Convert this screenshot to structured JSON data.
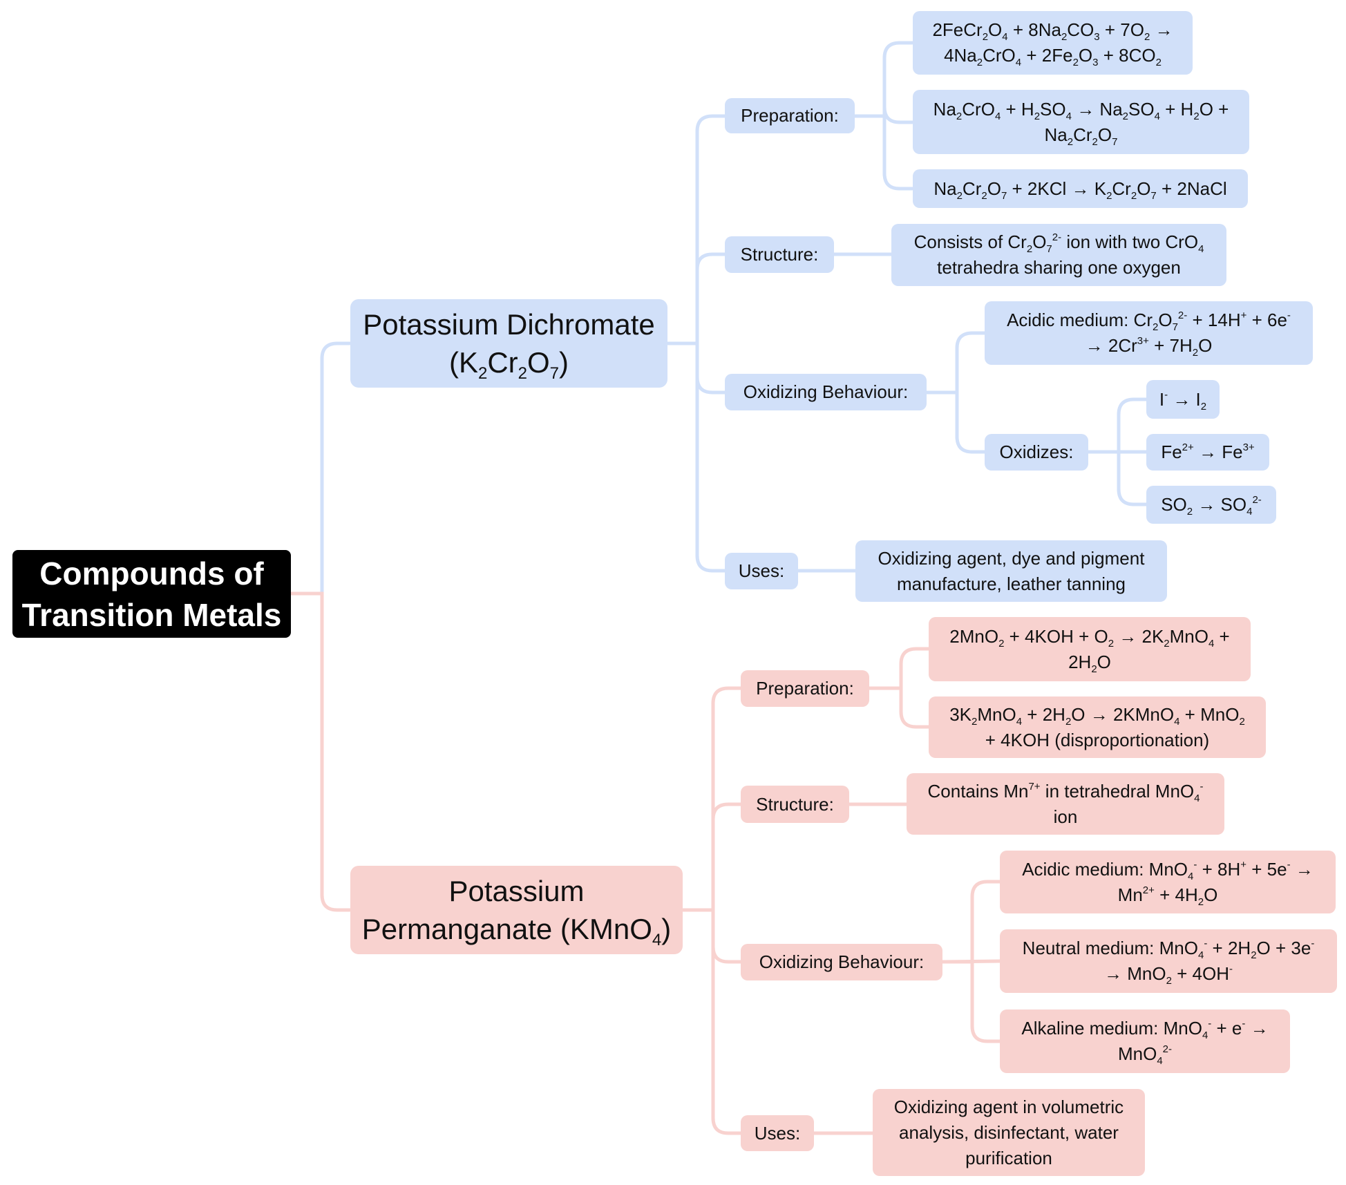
{
  "colors": {
    "blue_branch": "#d1e0f9",
    "pink_branch": "#f8d2cf",
    "root_bg": "#000000",
    "root_text": "#ffffff"
  },
  "root": {
    "line1": "Compounds of",
    "line2": "Transition Metals"
  },
  "dichromate": {
    "title": {
      "l1": "Potassium Dichromate",
      "l2a": "(K",
      "s1": "2",
      "l2b": "Cr",
      "s2": "2",
      "l2c": "O",
      "s3": "7",
      "l2d": ")"
    },
    "prep_label": "Preparation:",
    "prep1": {
      "a": "2FeCr",
      "b": "2",
      "c": "O",
      "d": "4",
      "e": " + 8Na",
      "f": "2",
      "g": "CO",
      "h": "3",
      "i": " + 7O",
      "j": "2",
      "k": " →",
      "l": "4Na",
      "m": "2",
      "n": "CrO",
      "o": "4",
      "p": " + 2Fe",
      "q": "2",
      "r": "O",
      "s": "3",
      "t": " + 8CO",
      "u": "2"
    },
    "prep2": {
      "a": "Na",
      "b": "2",
      "c": "CrO",
      "d": "4",
      "e": " + H",
      "f": "2",
      "g": "SO",
      "h": "4",
      "i": " → Na",
      "j": "2",
      "k": "SO",
      "l": "4",
      "m": " + H",
      "n": "2",
      "o": "O +",
      "p": "Na",
      "q": "2",
      "r": "Cr",
      "s": "2",
      "t": "O",
      "u": "7"
    },
    "prep3": {
      "a": "Na",
      "b": "2",
      "c": "Cr",
      "d": "2",
      "e": "O",
      "f": "7",
      "g": " + 2KCl → K",
      "h": "2",
      "i": "Cr",
      "j": "2",
      "k": "O",
      "l": "7",
      "m": " + 2NaCl"
    },
    "struct_label": "Structure:",
    "struct": {
      "a": "Consists of Cr",
      "b": "2",
      "c": "O",
      "d": "7",
      "e": "2-",
      "f": " ion with two CrO",
      "g": "4",
      "h": "tetrahedra sharing one oxygen"
    },
    "oxid_label": "Oxidizing Behaviour:",
    "acidic": {
      "a": "Acidic medium: Cr",
      "b": "2",
      "c": "O",
      "d": "7",
      "e": "2-",
      "f": " + 14H",
      "g": "+",
      "h": " + 6e",
      "i": "-",
      "j": "→ 2Cr",
      "k": "3+",
      "l": " + 7H",
      "m": "2",
      "n": "O"
    },
    "oxidizes_label": "Oxidizes:",
    "ox1": {
      "a": "I",
      "b": "-",
      "c": " → I",
      "d": "2"
    },
    "ox2": {
      "a": "Fe",
      "b": "2+",
      "c": " → Fe",
      "d": "3+"
    },
    "ox3": {
      "a": "SO",
      "b": "2",
      "c": " → SO",
      "d": "4",
      "e": "2-"
    },
    "uses_label": "Uses:",
    "uses": {
      "l1": "Oxidizing agent, dye and pigment",
      "l2": "manufacture, leather tanning"
    }
  },
  "permanganate": {
    "title": {
      "l1": "Potassium",
      "l2a": "Permanganate (KMnO",
      "s1": "4",
      "l2b": ")"
    },
    "prep_label": "Preparation:",
    "prep1": {
      "a": "2MnO",
      "b": "2",
      "c": " + 4KOH + O",
      "d": "2",
      "e": " → 2K",
      "f": "2",
      "g": "MnO",
      "h": "4",
      "i": " +",
      "j": "2H",
      "k": "2",
      "l": "O"
    },
    "prep2": {
      "a": "3K",
      "b": "2",
      "c": "MnO",
      "d": "4",
      "e": " + 2H",
      "f": "2",
      "g": "O → 2KMnO",
      "h": "4",
      "i": " + MnO",
      "j": "2",
      "k": "+ 4KOH (disproportionation)"
    },
    "struct_label": "Structure:",
    "struct": {
      "a": "Contains Mn",
      "b": "7+",
      "c": " in tetrahedral MnO",
      "d": "4",
      "e": "-",
      "f": "ion"
    },
    "oxid_label": "Oxidizing Behaviour:",
    "acidic": {
      "a": "Acidic medium: MnO",
      "b": "4",
      "c": "-",
      "d": " + 8H",
      "e": "+",
      "f": " + 5e",
      "g": "-",
      "h": " →",
      "i": "Mn",
      "j": "2+",
      "k": " + 4H",
      "l": "2",
      "m": "O"
    },
    "neutral": {
      "a": "Neutral medium: MnO",
      "b": "4",
      "c": "-",
      "d": " + 2H",
      "e": "2",
      "f": "O + 3e",
      "g": "-",
      "h": "→ MnO",
      "i": "2",
      "j": " + 4OH",
      "k": "-"
    },
    "alkaline": {
      "a": "Alkaline medium: MnO",
      "b": "4",
      "c": "-",
      "d": " + e",
      "e": "-",
      "f": " →",
      "g": "MnO",
      "h": "4",
      "i": "2-"
    },
    "uses_label": "Uses:",
    "uses": {
      "l1": "Oxidizing agent in volumetric",
      "l2": "analysis, disinfectant, water",
      "l3": "purification"
    }
  }
}
